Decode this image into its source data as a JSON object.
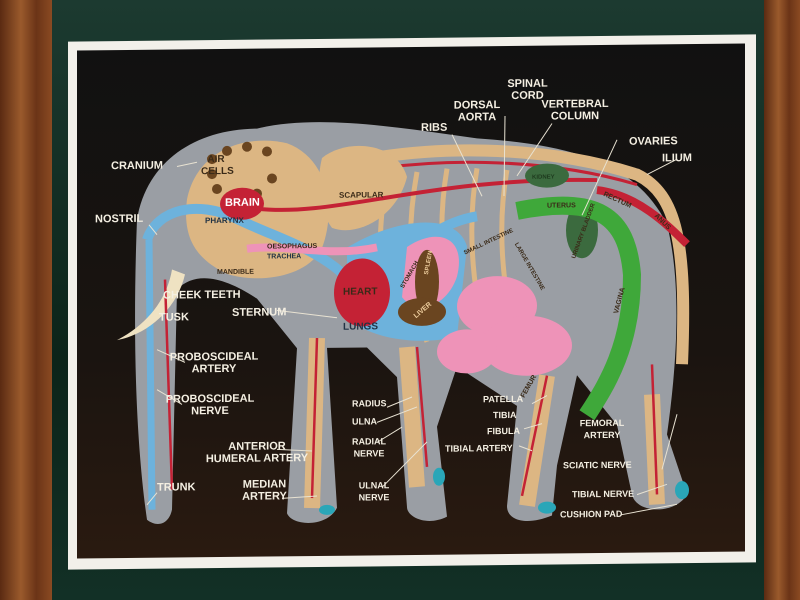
{
  "labels": {
    "cranium": "CRANIUM",
    "air_cells": "AIR CELLS",
    "brain": "BRAIN",
    "nostril": "NOSTRIL",
    "pharynx": "PHARYNX",
    "scapular": "SCAPULAR",
    "oesophagus": "OESOPHAGUS",
    "trachea": "TRACHEA",
    "mandible": "MANDIBLE",
    "heart": "HEART",
    "lungs": "LUNGS",
    "cheek_teeth": "CHEEK TEETH",
    "tusk": "TUSK",
    "sternum": "STERNUM",
    "ribs": "RIBS",
    "dorsal_aorta": "DORSAL AORTA",
    "spinal_cord": "SPINAL CORD",
    "vertebral_column": "VERTEBRAL COLUMN",
    "ovaries": "OVARIES",
    "ilium": "ILIUM",
    "kidney": "KIDNEY",
    "uterus": "UTERUS",
    "rectum": "RECTUM",
    "anus": "ANUS",
    "urinary_bladder": "URINARY BLADDER",
    "stomach": "STOMACH",
    "spleen": "SPLEEN",
    "liver": "LIVER",
    "small_intestine": "SMALL INTESTINE",
    "large_intestine": "LARGE INTESTINE",
    "vagina": "VAGINA",
    "femur": "FEMUR",
    "proboscideal_artery": "PROBOSCIDEAL ARTERY",
    "proboscideal_nerve": "PROBOSCIDEAL NERVE",
    "radius": "RADIUS",
    "ulna": "ULNA",
    "radial_nerve": "RADIAL NERVE",
    "anterior_humeral_artery": "ANTERIOR HUMERAL ARTERY",
    "median_artery": "MEDIAN ARTERY",
    "ulnal_nerve": "ULNAL NERVE",
    "trunk": "TRUNK",
    "patella": "PATELLA",
    "tibia": "TIBIA",
    "fibula": "FIBULA",
    "tibial_artery": "TIBIAL ARTERY",
    "femoral_artery": "FEMORAL ARTERY",
    "sciatic_nerve": "SCIATIC NERVE",
    "tibial_nerve": "TIBIAL NERVE",
    "cushion_pad": "CUSHION PAD"
  },
  "colors": {
    "body": "#9a9ea4",
    "bone": "#dcb683",
    "artery": "#c42235",
    "airway": "#6db2dc",
    "gut": "#ee93b8",
    "repro": "#3fa83a",
    "organ_dark": "#6a4520",
    "kidney": "#3b6a3e",
    "pad": "#2aa6b8"
  }
}
